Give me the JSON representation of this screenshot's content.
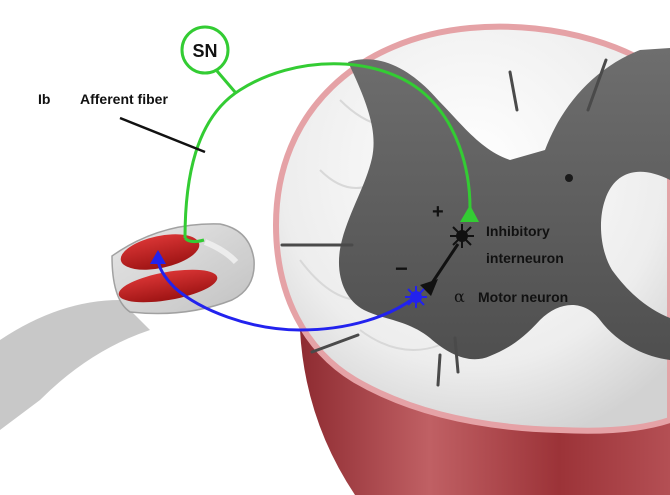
{
  "labels": {
    "sn": "SN",
    "ib": "Ib",
    "afferent_fiber": "Afferent fiber",
    "plus": "+",
    "minus": "−",
    "inhibitory": "Inhibitory",
    "interneuron": "interneuron",
    "alpha": "α",
    "motor_neuron": "Motor neuron"
  },
  "colors": {
    "sensory_pathway": "#33cc33",
    "motor_pathway": "#2222ee",
    "interneuron": "#111111",
    "muscle": "#c42020",
    "spinal_cord_outer": "#a83a3e",
    "grey_matter": "#5e5e5e",
    "white_matter": "#eeeeee"
  }
}
